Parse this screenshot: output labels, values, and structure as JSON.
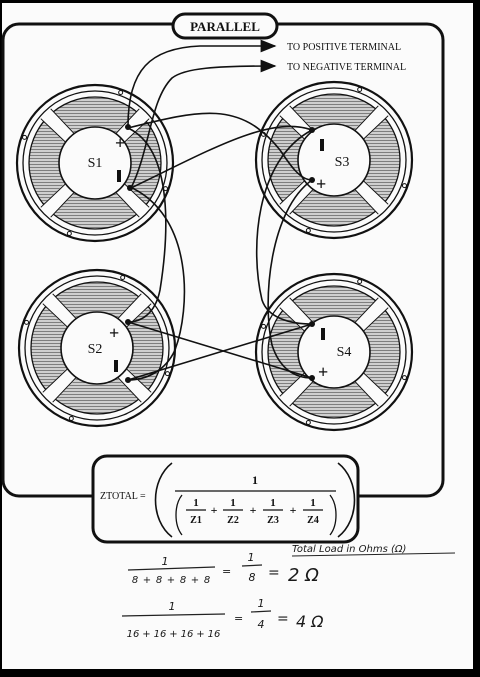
{
  "diagram": {
    "title": "PARALLEL",
    "terminal_labels": [
      "TO POSITIVE TERMINAL",
      "TO NEGATIVE TERMINAL"
    ],
    "speakers": [
      {
        "name": "S1",
        "plus": "+",
        "minus": "-"
      },
      {
        "name": "S2",
        "plus": "+",
        "minus": "-"
      },
      {
        "name": "S3",
        "plus": "+",
        "minus": "-"
      },
      {
        "name": "S4",
        "plus": "+",
        "minus": "-"
      }
    ],
    "formula": {
      "lhs": "ZTOTAL =",
      "numerator": "1",
      "terms": [
        "Z1",
        "Z2",
        "Z3",
        "Z4"
      ],
      "term_numerator": "1",
      "operator": "+"
    }
  },
  "handwriting": {
    "note": "Total Load in Ohms (Ω)",
    "line1": {
      "denoms": [
        "8",
        "8",
        "8",
        "8"
      ],
      "result_denom": "8",
      "result": "2 Ω"
    },
    "line2": {
      "denoms": [
        "16",
        "16",
        "16",
        "16"
      ],
      "result_denom": "4",
      "result": "4 Ω"
    },
    "one": "1",
    "equals": "="
  },
  "colors": {
    "ink": "#111111",
    "cone_hatch": "#9a9a9a",
    "paper": "#fbfbfb",
    "frame": "#000000"
  }
}
